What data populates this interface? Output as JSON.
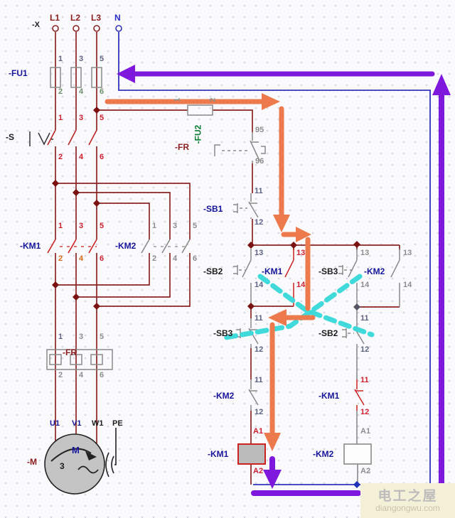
{
  "supply": {
    "x": "-X",
    "l1": "L1",
    "l2": "L2",
    "l3": "L3",
    "n": "N"
  },
  "components": {
    "fu1": "-FU1",
    "s": "-S",
    "km1": "-KM1",
    "km2": "-KM2",
    "fr": "-FR",
    "fu2": "-FU2",
    "sb1": "-SB1",
    "sb2": "-SB2",
    "sb3": "-SB3",
    "m": "-M"
  },
  "pins": {
    "p1": "1",
    "p2": "2",
    "p3": "3",
    "p4": "4",
    "p5": "5",
    "p6": "6",
    "p11": "11",
    "p12": "12",
    "p13": "13",
    "p14": "14",
    "p95": "95",
    "p96": "96",
    "a1": "A1",
    "a2": "A2"
  },
  "motor": {
    "u1": "U1",
    "v1": "V1",
    "w1": "W1",
    "pe": "PE",
    "m": "M",
    "phases": "3"
  },
  "highlight_colors": {
    "flow": "#ED7A4C",
    "neutral_return": "#7E18DD",
    "interlock": "#38D9D9"
  },
  "wire_colors": {
    "power": "#8B2424",
    "neutral": "#3333BB",
    "contact_red": "#CC2222",
    "contact_gray": "#8A8A8A"
  },
  "watermark": {
    "title": "电工之屋",
    "url": "diangongwu.com"
  }
}
